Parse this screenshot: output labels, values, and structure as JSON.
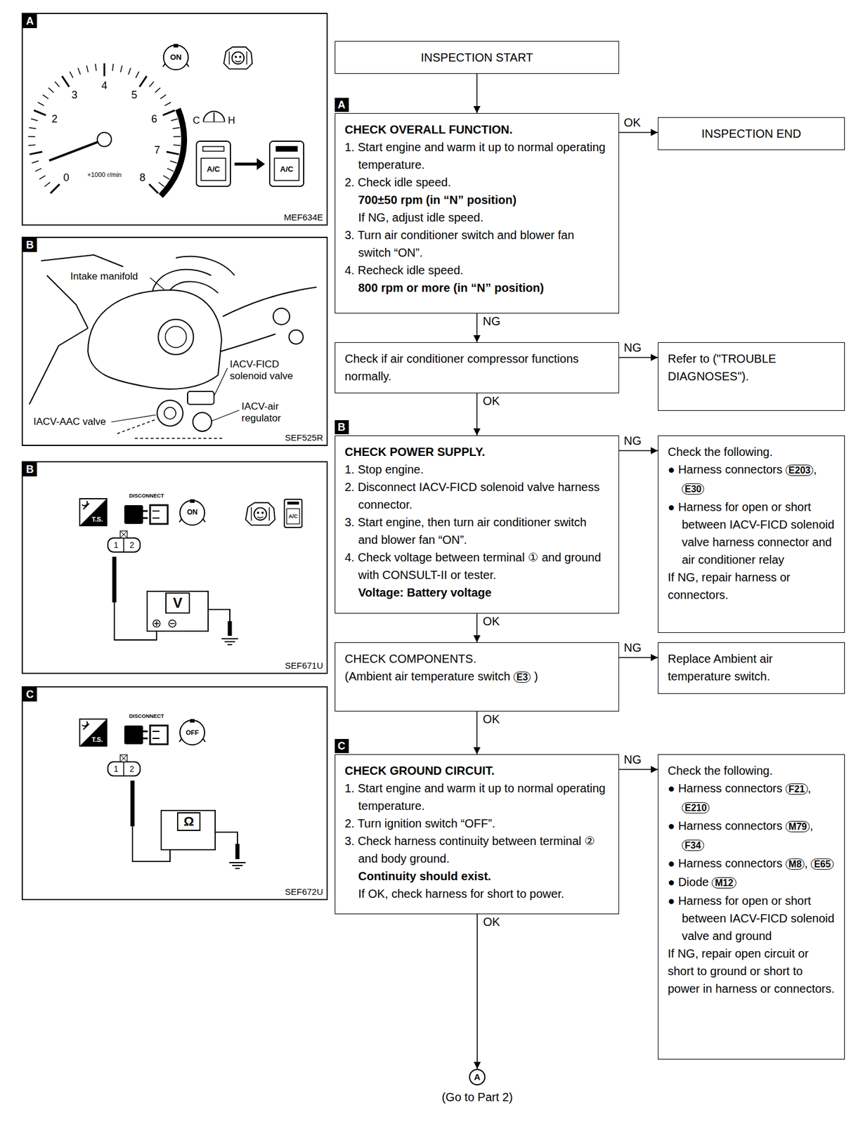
{
  "diagram": {
    "nodes": [
      {
        "text": [
          "INSPECTION START"
        ]
      },
      {
        "text": [
          "A",
          "CHECK OVERALL FUNCTION.",
          "1. Start engine and warm it up to normal operating temperature.",
          "2. Check idle speed.",
          "700±50 rpm (in “N” position)",
          "If NG, adjust idle speed.",
          "3. Turn air conditioner switch and blower fan switch “ON”.",
          "4. Recheck idle speed.",
          "800 rpm or more (in “N” position)"
        ]
      },
      {
        "text": [
          "INSPECTION END"
        ]
      },
      {
        "text": [
          "Check if air conditioner compressor functions normally."
        ]
      },
      {
        "text": [
          "Refer to (\"TROUBLE DIAGNOSES\")."
        ]
      },
      {
        "text": [
          "B",
          "CHECK POWER SUPPLY.",
          "1. Stop engine.",
          "2. Disconnect IACV-FICD solenoid valve harness connector.",
          "3. Start engine, then turn air conditioner switch and blower fan “ON”.",
          "4. Check voltage between terminal ① and ground with CONSULT-II or tester.",
          "Voltage: Battery voltage"
        ]
      },
      {
        "text": [
          "Check the following.",
          "● Harness connectors E203, E30",
          "● Harness for open or short between IACV-FICD solenoid valve harness connector and air conditioner relay",
          "If NG, repair harness or connectors."
        ]
      },
      {
        "text": [
          "CHECK COMPONENTS.",
          "(Ambient air temperature switch E3 )"
        ]
      },
      {
        "text": [
          "Replace Ambient air temperature switch."
        ]
      },
      {
        "text": [
          "C",
          "CHECK GROUND CIRCUIT.",
          "1. Start engine and warm it up to normal operating temperature.",
          "2. Turn ignition switch “OFF”.",
          "3. Check harness continuity between terminal ② and body ground.",
          "Continuity should exist.",
          "If OK, check harness for short to power."
        ]
      },
      {
        "text": [
          "Check the following.",
          "● Harness connectors F21, E210",
          "● Harness connectors M79, F34",
          "● Harness connectors M8, E65",
          "● Diode M12",
          "● Harness for open or short between IACV-FICD solenoid valve and ground",
          "If NG, repair open circuit or short to ground or short to power in harness or connectors."
        ]
      },
      {
        "text": [
          "A",
          "(Go to Part 2)"
        ]
      },
      {
        "text": [
          "A",
          "MEF634E"
        ]
      },
      {
        "text": [
          "B",
          "SEF525R"
        ]
      },
      {
        "text": [
          "B",
          "SEF671U"
        ]
      },
      {
        "text": [
          "C",
          "SEF672U"
        ]
      }
    ],
    "edges": [
      {
        "from": 0,
        "to": 1,
        "arrow": "to"
      },
      {
        "from": 1,
        "to": 2,
        "label": "OK",
        "arrow": "to"
      },
      {
        "from": 1,
        "to": 3,
        "label": "NG",
        "arrow": "to"
      },
      {
        "from": 3,
        "to": 4,
        "label": "NG",
        "arrow": "to"
      },
      {
        "from": 3,
        "to": 5,
        "label": "OK",
        "arrow": "to"
      },
      {
        "from": 5,
        "to": 6,
        "label": "NG",
        "arrow": "to"
      },
      {
        "from": 5,
        "to": 7,
        "label": "OK",
        "arrow": "to"
      },
      {
        "from": 7,
        "to": 8,
        "label": "NG",
        "arrow": "to"
      },
      {
        "from": 7,
        "to": 9,
        "label": "OK",
        "arrow": "to"
      },
      {
        "from": 9,
        "to": 10,
        "label": "NG",
        "arrow": "to"
      },
      {
        "from": 9,
        "to": 11,
        "label": "OK",
        "arrow": "to"
      }
    ],
    "labels": [
      "3",
      "4",
      "5",
      "6",
      "2",
      "7",
      "0",
      "8",
      "×1000 r/min",
      "ON",
      "C",
      "H",
      "A/C",
      "A/C",
      "Intake manifold",
      "IACV-FICD solenoid valve",
      "IACV-air regulator",
      "IACV-AAC valve",
      "T.S.",
      "DISCONNECT",
      "ON",
      "A/C",
      "1",
      "2",
      "V",
      "T.S.",
      "DISCONNECT",
      "OFF",
      "1",
      "2",
      "Ω"
    ]
  }
}
